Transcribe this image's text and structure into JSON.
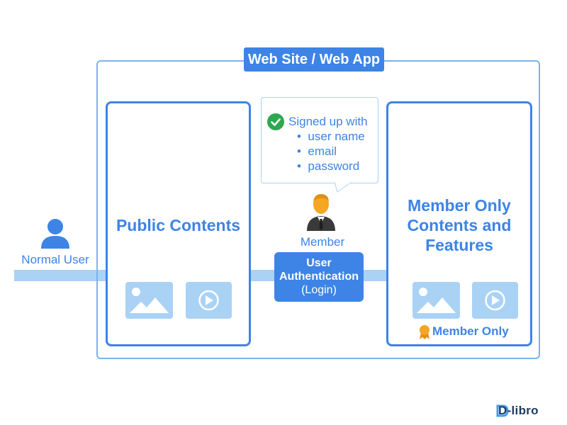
{
  "site": {
    "title": "Web Site / Web App"
  },
  "public": {
    "title_line1": "Public Contents"
  },
  "member_panel": {
    "title_line1": "Member Only",
    "title_line2": "Contents and",
    "title_line3": "Features",
    "badge_label": "Member Only"
  },
  "bubble": {
    "heading": "Signed up with",
    "items": [
      "user name",
      "email",
      "password"
    ]
  },
  "member": {
    "label": "Member"
  },
  "normal_user": {
    "label": "Normal User"
  },
  "auth": {
    "line1": "User",
    "line2": "Authentication",
    "line3": "(Login)"
  },
  "logo": {
    "text": "D-libro"
  },
  "colors": {
    "primary": "#3d84e6",
    "light": "#a9d2f5",
    "check": "#2ea84f",
    "member_orange": "#f5a623"
  }
}
